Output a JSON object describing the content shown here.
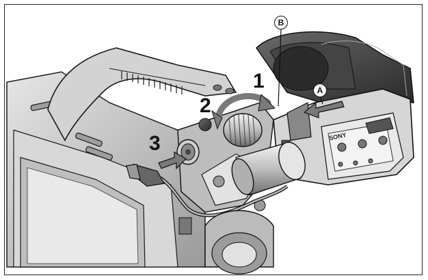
{
  "figure": {
    "step_labels": [
      "1",
      "2",
      "3"
    ],
    "point_labels": [
      "B",
      "A"
    ],
    "brand_text": "SONY"
  },
  "colors": {
    "line": "#1a1a1a",
    "shade_dark": "#4a4a4a",
    "shade_mid": "#8c8c8c",
    "shade_light": "#cfcfcf",
    "arrow_fill": "#7a7a7a"
  },
  "icons": [
    "curved-arrow-icon",
    "push-arrow-icon",
    "slide-arrow-icon"
  ]
}
